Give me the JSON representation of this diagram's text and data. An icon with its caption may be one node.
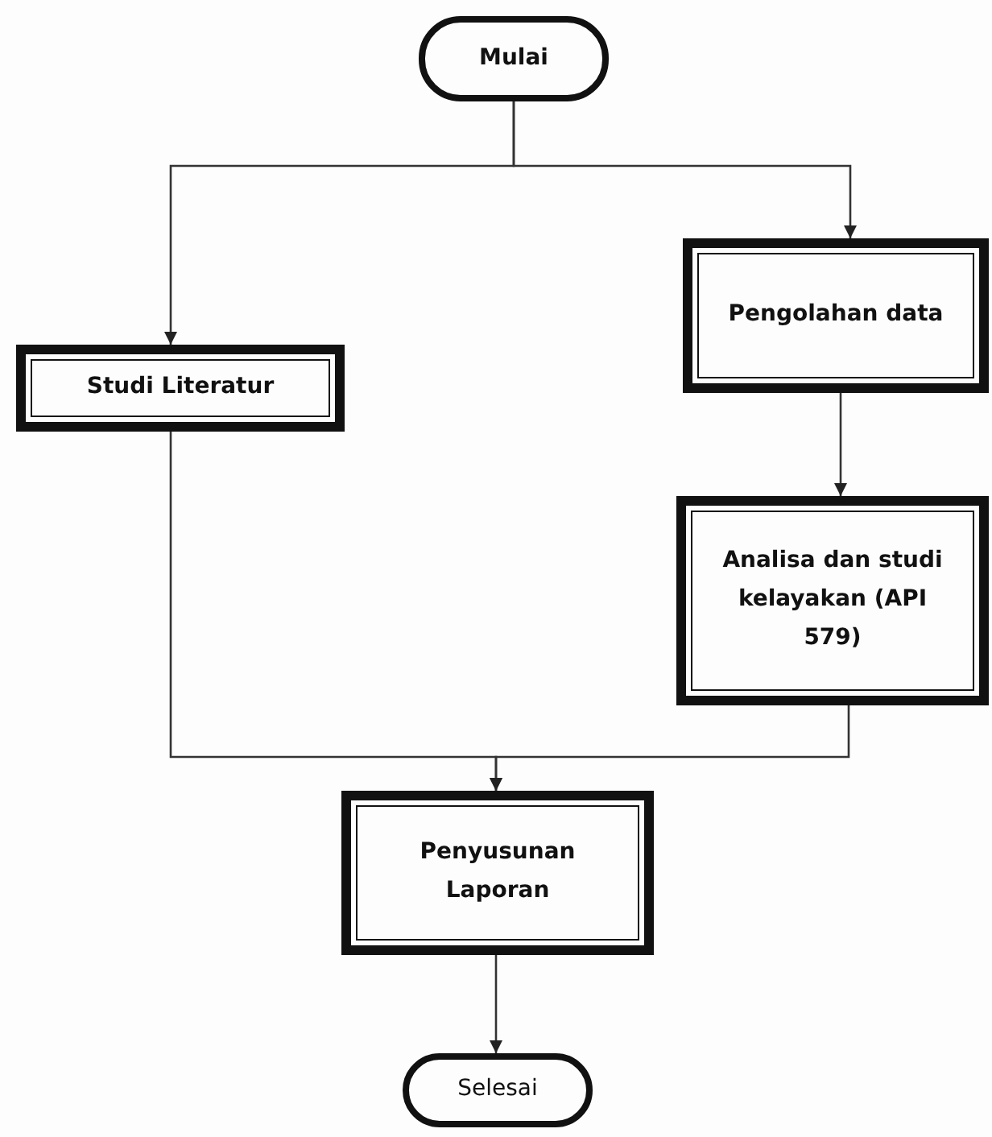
{
  "diagram": {
    "nodes": [
      {
        "text": [
          "Mulai"
        ]
      },
      {
        "text": [
          "Studi Literatur"
        ]
      },
      {
        "text": [
          "Pengolahan data"
        ]
      },
      {
        "text": [
          "Analisa dan studi kelayakan (API 579)"
        ]
      },
      {
        "text": [
          "Penyusunan Laporan"
        ]
      },
      {
        "text": [
          "Selesai"
        ]
      }
    ],
    "edges": [
      {
        "from": 0,
        "to": 1,
        "arrow": "to"
      },
      {
        "from": 0,
        "to": 2,
        "arrow": "to"
      },
      {
        "from": 2,
        "to": 3,
        "arrow": "to"
      },
      {
        "from": 1,
        "to": 4,
        "arrow": "to"
      },
      {
        "from": 3,
        "to": 4,
        "arrow": "to"
      },
      {
        "from": 4,
        "to": 5,
        "arrow": "to"
      }
    ]
  }
}
